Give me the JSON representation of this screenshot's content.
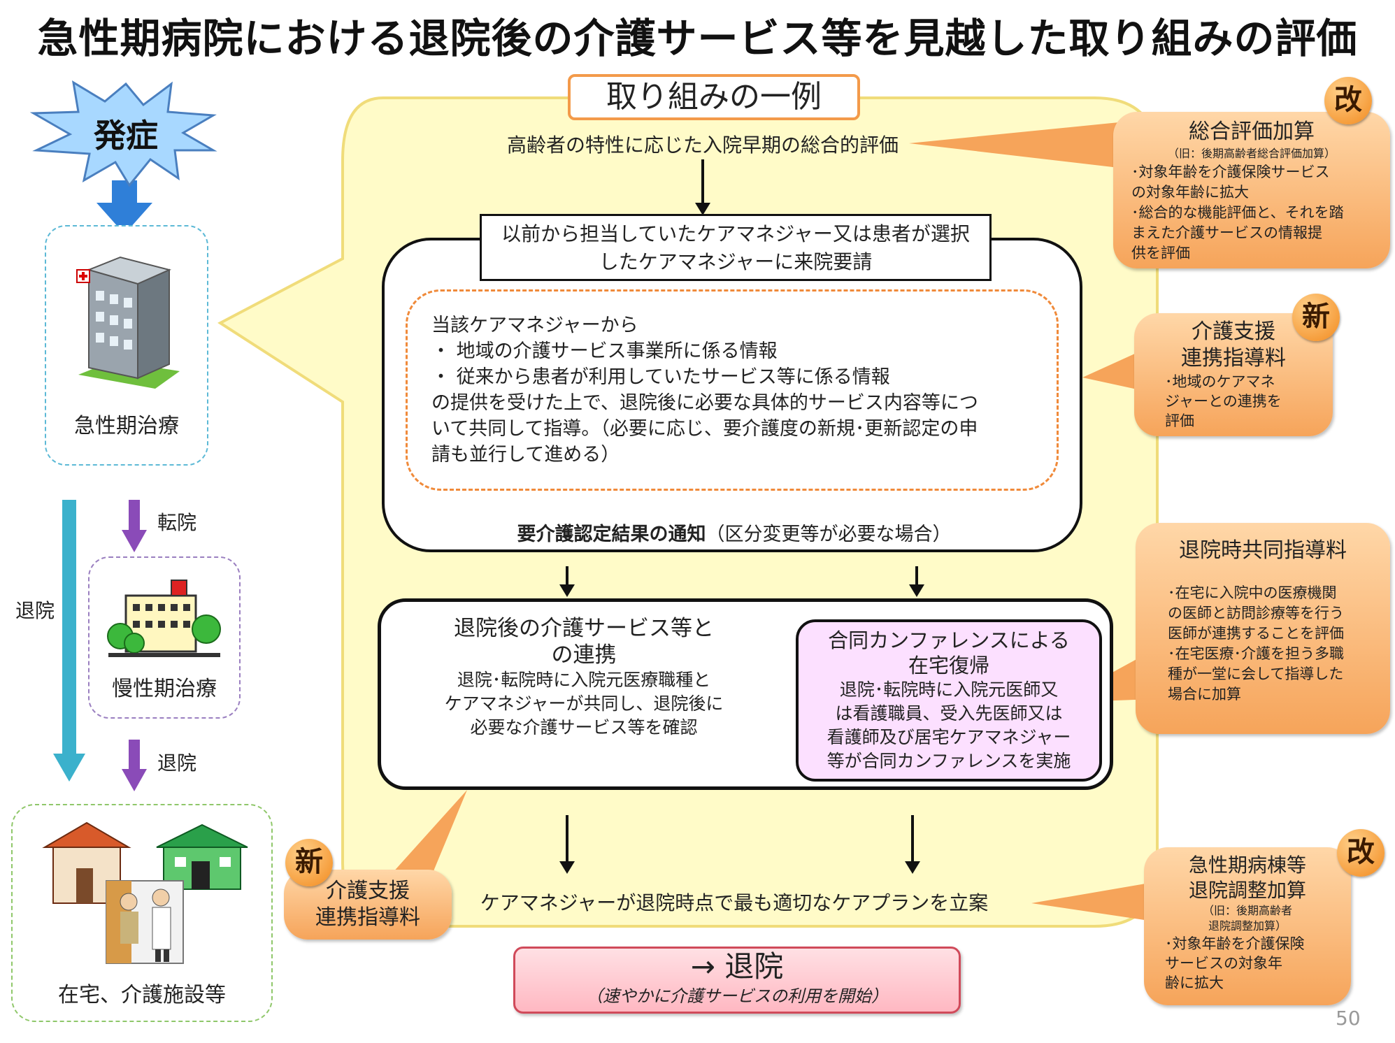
{
  "title": "急性期病院における退院後の介護サービス等を見越した取り組みの評価",
  "left": {
    "onset": "発症",
    "acute_label": "急性期治療",
    "transfer_label": "転院",
    "discharge_side_label": "退院",
    "chronic_label": "慢性期治療",
    "discharge_label2": "退院",
    "home_label": "在宅、介護施設等"
  },
  "center": {
    "example_title": "取り組みの一例",
    "step1": "高齢者の特性に応じた入院早期の総合的評価",
    "step2_line1": "以前から担当していたケアマネジャー又は患者が選択",
    "step2_line2": "したケアマネジャーに来院要請",
    "info_lines": [
      "当該ケアマネジャーから",
      "・ 地域の介護サービス事業所に係る情報",
      "・ 従来から患者が利用していたサービス等に係る情報",
      "の提供を受けた上で、退院後に必要な具体的サービス内容等につ",
      "いて共同して指導。（必要に応じ、要介護度の新規･更新認定の申",
      "請も並行して進める）"
    ],
    "notify_bold": "要介護認定結果の通知",
    "notify_rest": "（区分変更等が必要な場合）",
    "coop_title_line1": "退院後の介護サービス等と",
    "coop_title_line2": "の連携",
    "coop_body_lines": [
      "退院･転院時に入院元医療職種と",
      "ケアマネジャーが共同し、退院後に",
      "必要な介護サービス等を確認"
    ],
    "conf_title_line1": "合同カンファレンスによる",
    "conf_title_line2": "在宅復帰",
    "conf_body_lines": [
      "退院･転院時に入院元医師又",
      "は看護職員、受入先医師又は",
      "看護師及び居宅ケアマネジャー",
      "等が合同カンファレンスを実施"
    ],
    "careplan": "ケアマネジャーが退院時点で最も適切なケアプランを立案",
    "discharge_main": "→ 退院",
    "discharge_sub": "（速やかに介護サービスの利用を開始）"
  },
  "callouts": {
    "sogo": {
      "badge": "改",
      "title": "総合評価加算",
      "sub": "（旧：後期高齢者総合評価加算）",
      "lines": [
        "･対象年齢を介護保険サービス",
        "の対象年齢に拡大",
        "･総合的な機能評価と、それを踏",
        "まえた介護サービスの情報提",
        "供を評価"
      ]
    },
    "kaigo_shien": {
      "badge": "新",
      "title_line1": "介護支援",
      "title_line2": "連携指導料",
      "lines": [
        "･地域のケアマネ",
        "ジャーとの連携を",
        "評価"
      ]
    },
    "taiin_kyodo": {
      "title": "退院時共同指導料",
      "lines": [
        "･在宅に入院中の医療機関",
        "の医師と訪問診療等を行う",
        "医師が連携することを評価",
        "･在宅医療･介護を担う多職",
        "種が一堂に会して指導した",
        "場合に加算"
      ]
    },
    "kaigo_shien2": {
      "badge": "新",
      "title_line1": "介護支援",
      "title_line2": "連携指導料"
    },
    "kyuseiki": {
      "badge": "改",
      "title_line1": "急性期病棟等",
      "title_line2": "退院調整加算",
      "sub_line1": "（旧：後期高齢者",
      "sub_line2": "退院調整加算）",
      "lines": [
        "･対象年齢を介護保険",
        "サービスの対象年",
        "齢に拡大"
      ]
    }
  },
  "page_number": "50",
  "colors": {
    "yellow_bg": "#fffbc8",
    "yellow_border": "#f0dc7a",
    "orange": "#f6a45a",
    "pink_box": "#fce0ff",
    "discharge_box": "#ffc0c8"
  }
}
